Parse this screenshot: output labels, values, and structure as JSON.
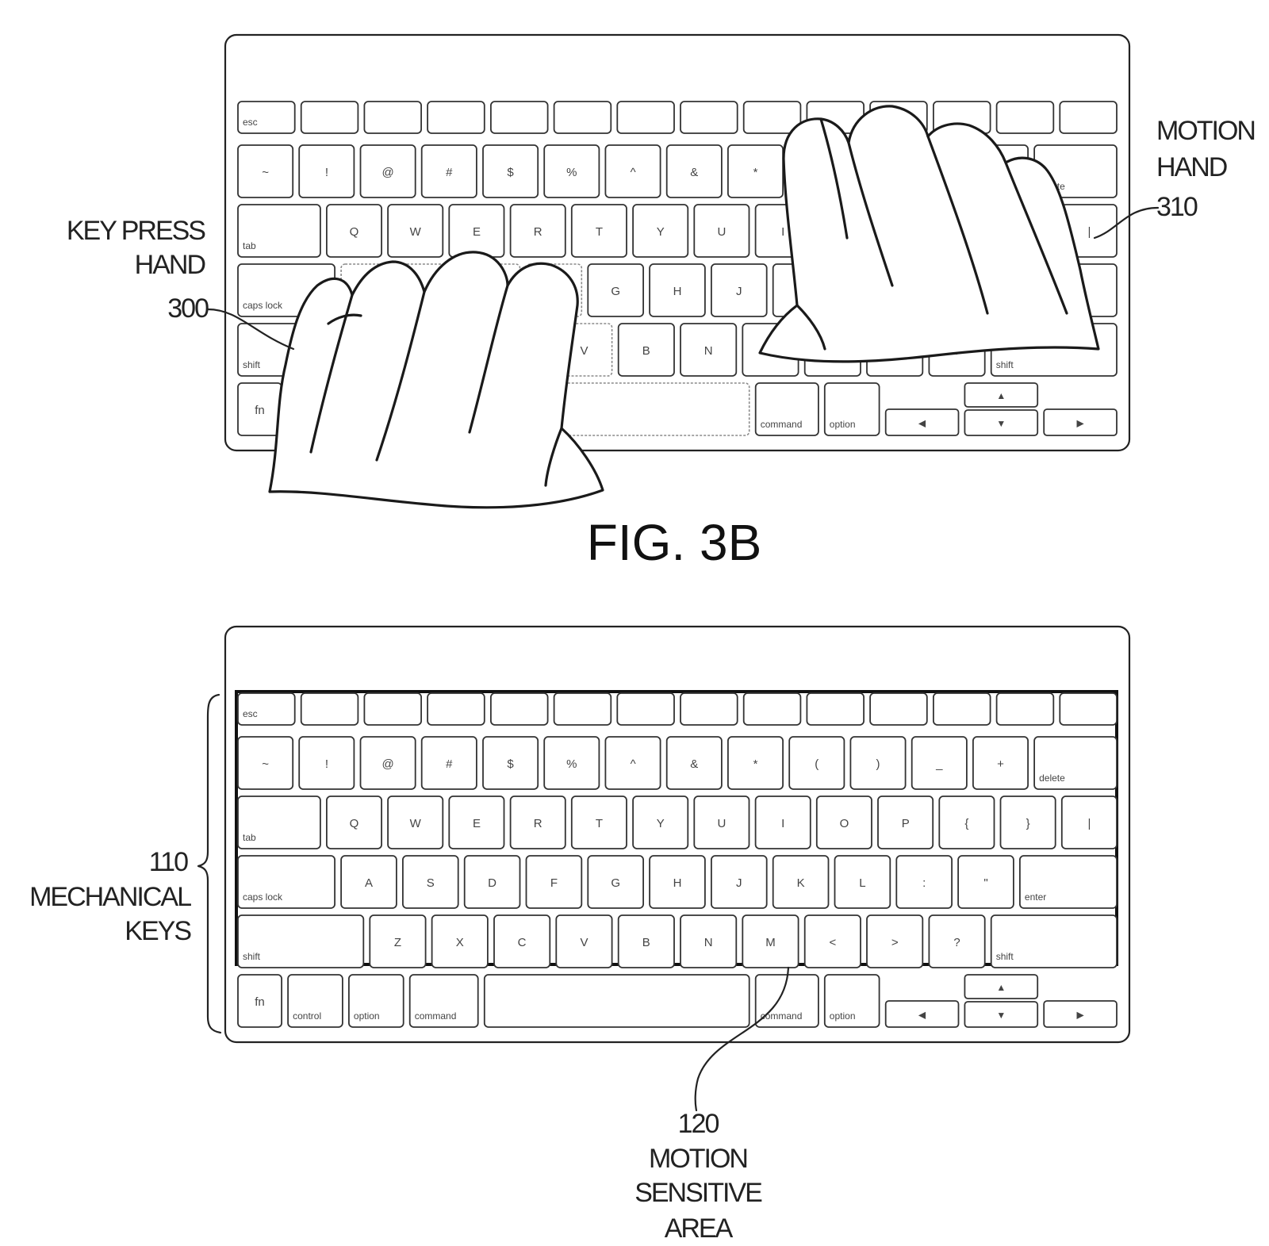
{
  "figure": {
    "caption": "FIG. 3B"
  },
  "callouts": {
    "key_press_hand": [
      "KEY PRESS",
      "HAND",
      "300"
    ],
    "motion_hand": [
      "MOTION",
      "HAND",
      "310"
    ],
    "mechanical_keys": [
      "110",
      "MECHANICAL",
      "KEYS"
    ],
    "motion_sensitive_area": [
      "120",
      "MOTION",
      "SENSITIVE",
      "AREA"
    ]
  },
  "keyboard": {
    "rows": [
      [
        "esc",
        "",
        "",
        "",
        "",
        "",
        "",
        "",
        "",
        "",
        "",
        "",
        "",
        ""
      ],
      [
        "~",
        "!",
        "@",
        "#",
        "$",
        "%",
        "^",
        "&",
        "*",
        "(",
        ")",
        "_",
        "+",
        "delete"
      ],
      [
        "tab",
        "Q",
        "W",
        "E",
        "R",
        "T",
        "Y",
        "U",
        "I",
        "O",
        "P",
        "{",
        "}",
        "|"
      ],
      [
        "caps lock",
        "A",
        "S",
        "D",
        "F",
        "G",
        "H",
        "J",
        "K",
        "L",
        ":",
        "\"",
        "enter"
      ],
      [
        "shift",
        "Z",
        "X",
        "C",
        "V",
        "B",
        "N",
        "M",
        "<",
        ">",
        "?",
        "shift"
      ],
      [
        "fn",
        "control",
        "option",
        "command",
        "",
        "command",
        "option"
      ]
    ],
    "arrows": [
      "◀",
      "▲",
      "▼",
      "▶"
    ]
  }
}
